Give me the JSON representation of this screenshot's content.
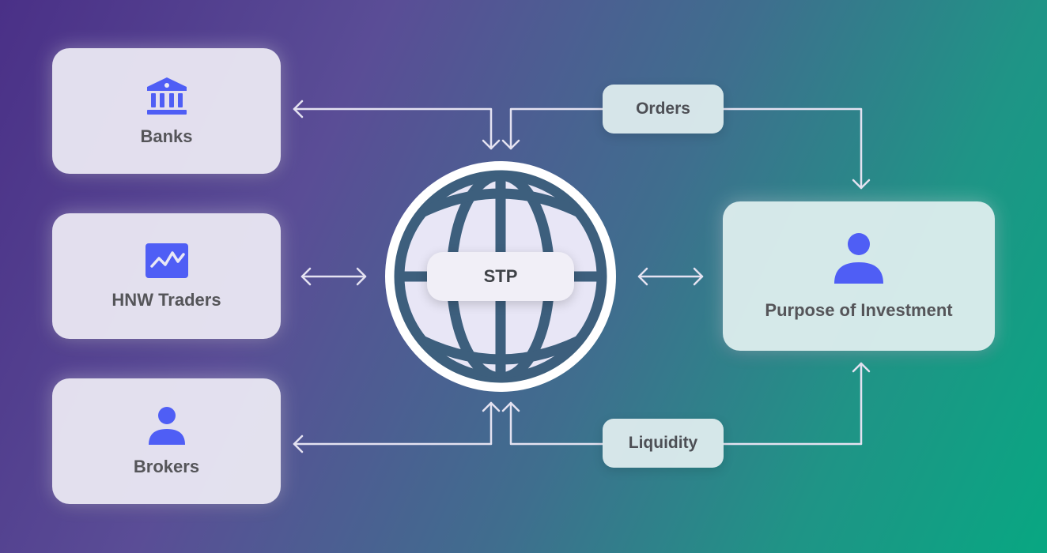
{
  "hub": {
    "label": "STP",
    "icon": "globe-icon"
  },
  "sources": [
    {
      "label": "Banks",
      "icon": "bank-icon"
    },
    {
      "label": "HNW Traders",
      "icon": "chart-line-icon"
    },
    {
      "label": "Brokers",
      "icon": "user-icon"
    }
  ],
  "target": {
    "label": "Purpose of Investment",
    "icon": "user-icon"
  },
  "flows": {
    "top_label": "Orders",
    "bottom_label": "Liquidity"
  },
  "colors": {
    "accent": "#4f5ef5",
    "line": "#e6e4f2",
    "globe_stroke": "#3d5f7d",
    "globe_fill": "#e8e6f6"
  }
}
